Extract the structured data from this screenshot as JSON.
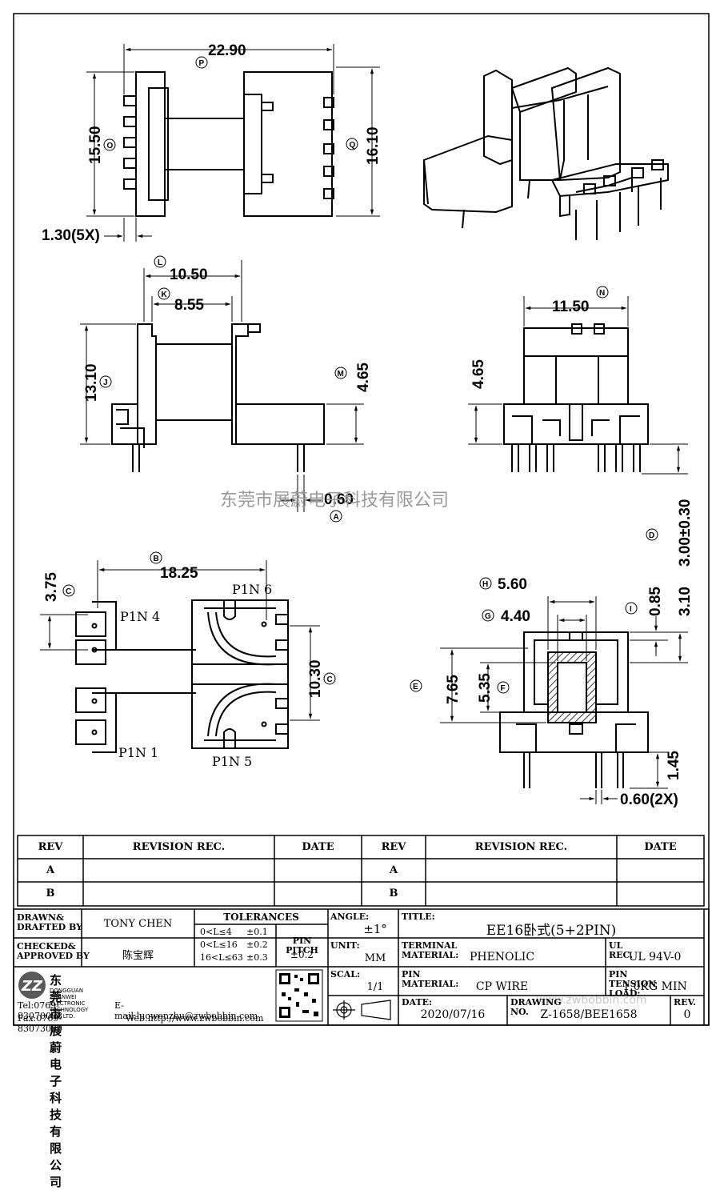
{
  "dimensions": {
    "p": "22.90",
    "o": "15.50",
    "q": "16.10",
    "pitch": "1.30(5X)",
    "l": "10.50",
    "k": "8.55",
    "j": "13.10",
    "m": "4.65",
    "a": "0.60",
    "n": "11.50",
    "side_h": "4.65",
    "d": "3.00±0.30",
    "b": "18.25",
    "c_top": "3.75",
    "c_right": "10.30",
    "h": "5.60",
    "g": "4.40",
    "i": "0.85",
    "i_right": "3.10",
    "e": "7.65",
    "f": "5.35",
    "pin_h": "1.45",
    "pin_w": "0.60(2X)"
  },
  "balloons": {
    "p": "P",
    "o": "O",
    "q": "Q",
    "l": "L",
    "k": "K",
    "j": "J",
    "m": "M",
    "a": "A",
    "n": "N",
    "d": "D",
    "b": "B",
    "c1": "C",
    "c2": "C",
    "h": "H",
    "g": "G",
    "i": "I",
    "e": "E",
    "f": "F"
  },
  "pins": {
    "p4": "P1N 4",
    "p6": "P1N 6",
    "p1": "P1N 1",
    "p5": "P1N 5"
  },
  "watermark": {
    "center": "东莞市展蔚电子科技有限公司",
    "url": "www.zwbobbin.com"
  },
  "revision": {
    "headers": [
      "REV",
      "REVISION REC.",
      "DATE",
      "REV",
      "REVISION REC.",
      "DATE"
    ],
    "rows": [
      [
        "A",
        "",
        "",
        "A",
        "",
        ""
      ],
      [
        "B",
        "",
        "",
        "B",
        "",
        ""
      ]
    ]
  },
  "title_block": {
    "drawn_label": "DRAWN&\nDRAFTED BY",
    "drawn_value": "TONY CHEN",
    "checked_label": "CHECKED&\nAPPROVED BY",
    "checked_value": "陈宝辉",
    "tol_header": "TOLERANCES",
    "tol_rows": [
      [
        "0<L≤4",
        "±0.1"
      ],
      [
        "0<L≤16",
        "±0.2"
      ],
      [
        "16<L≤63",
        "±0.3"
      ]
    ],
    "pitch_label": "PIN PITCH",
    "pitch_value": "±0.2",
    "angle_label": "ANGLE:",
    "angle_value": "±1°",
    "unit_label": "UNIT:",
    "unit_value": "MM",
    "scale_label": "SCAL:",
    "scale_value": "1/1",
    "title_label": "TITLE:",
    "title_value": "EE16卧式(5+2PIN)",
    "terminal_label": "TERMINAL MATERIAL:",
    "terminal_value": "PHENOLIC",
    "ul_label": "UL REC.",
    "ul_value": "UL 94V-0",
    "pinmat_label": "PIN MATERIAL:",
    "pinmat_value": "CP WIRE",
    "tension_label": "PIN TENSION LOAD:",
    "tension_value": "1.0KG MIN",
    "date_label": "DATE:",
    "date_value": "2020/07/16",
    "drawing_label": "DRAWING NO.",
    "drawing_value": "Z-1658/BEE1658",
    "rev_label": "REV.",
    "rev_value": "0",
    "company_cn": "东莞市展蔚电子科技有限公司",
    "company_en": "DONGGUAN ZHANWEI ELECTRONIC TECHNOLOGY CO., LTD.",
    "tel": "Tel:0769-83070098",
    "email": "E-mail:luowenzhu@zwbobbin.com",
    "fax": "Fax:0769-83073099",
    "web": "Web:http://www.zwbobbin.com"
  }
}
